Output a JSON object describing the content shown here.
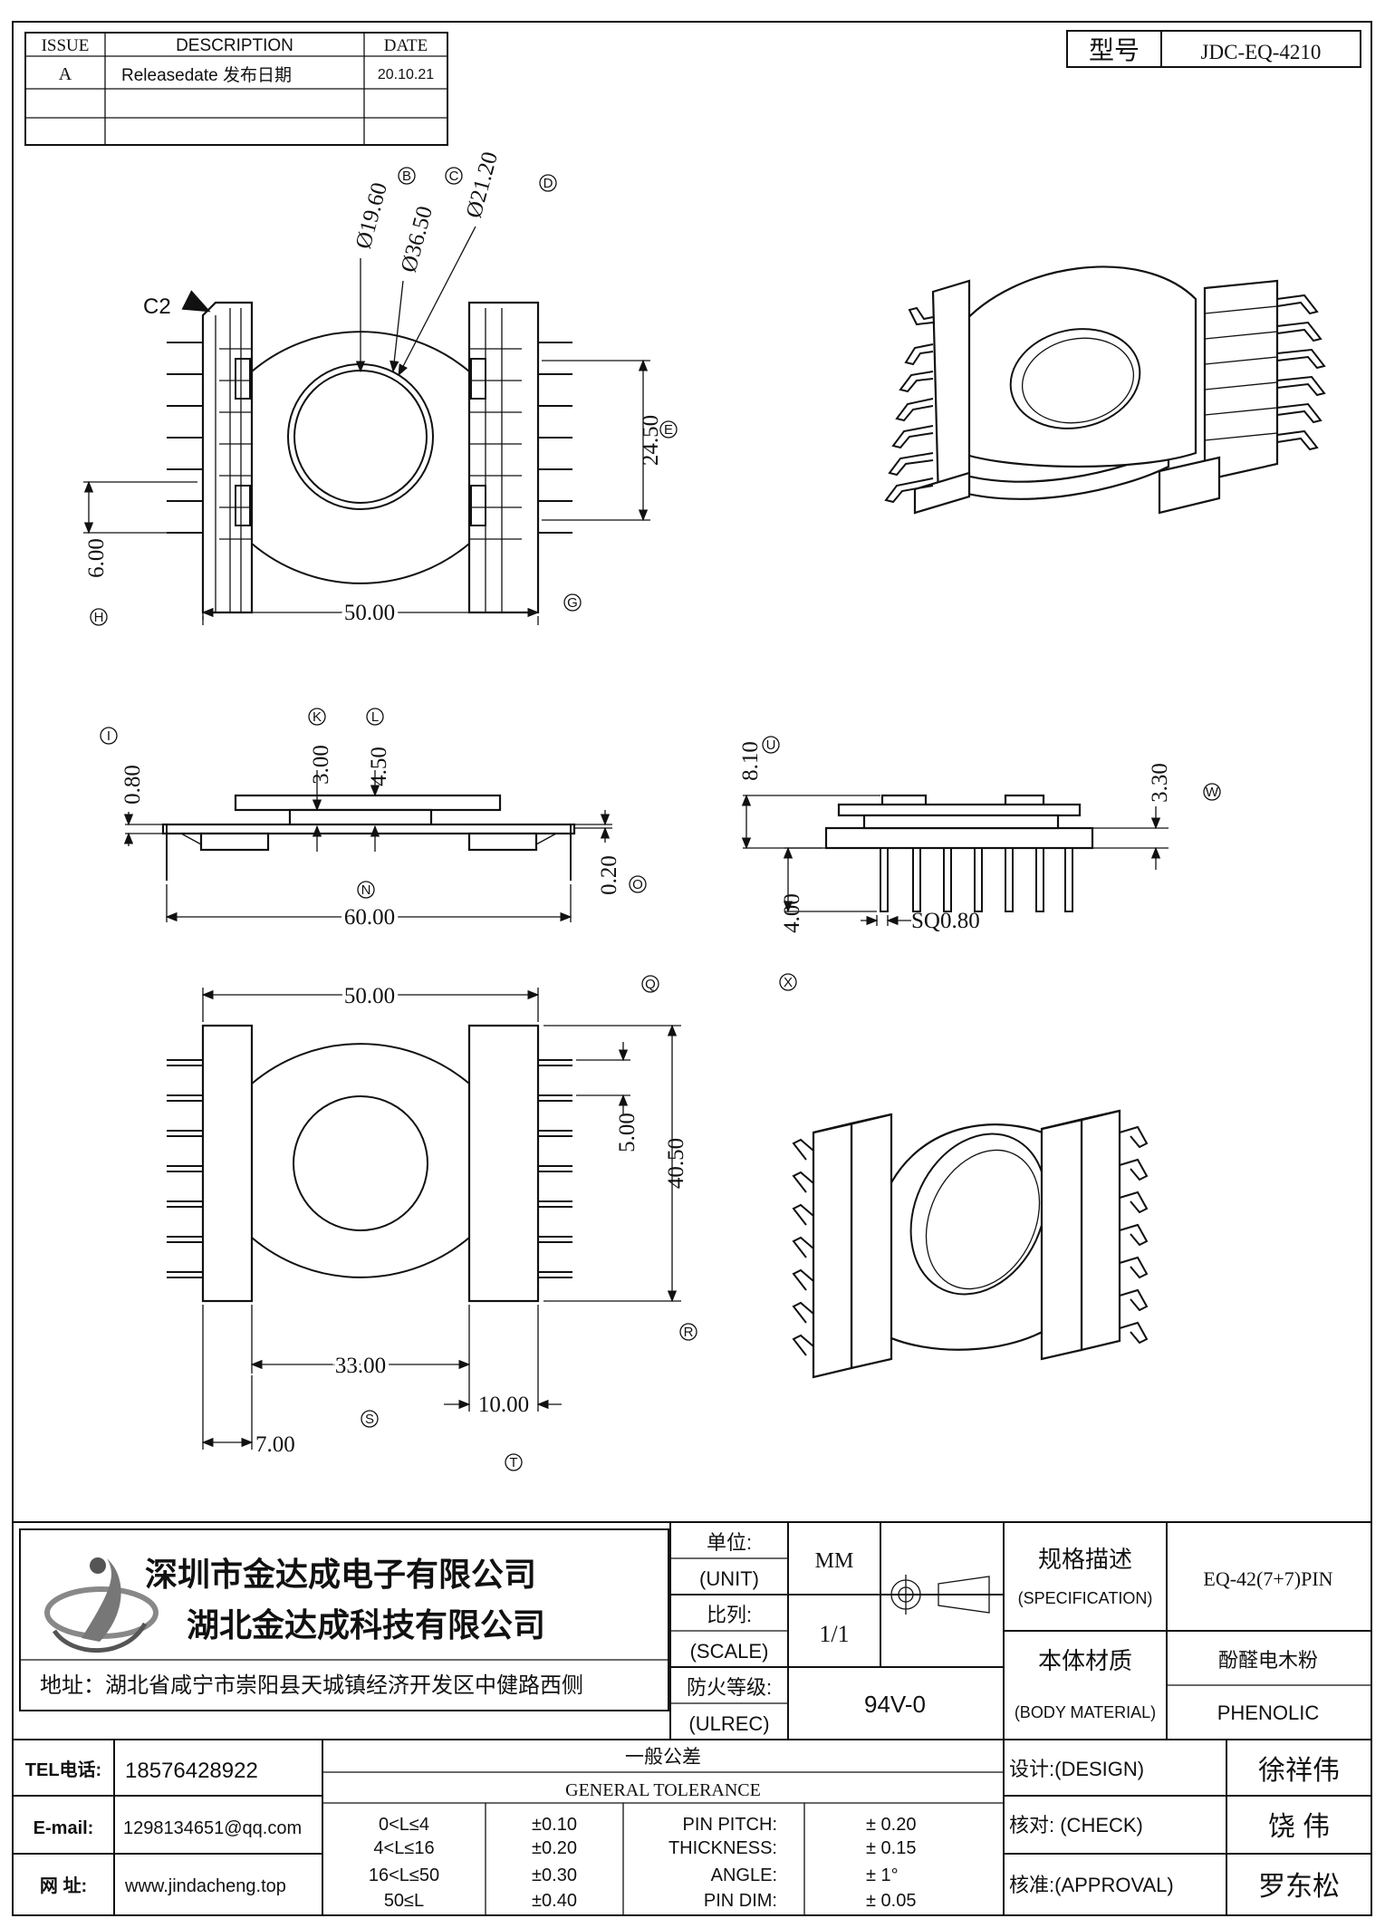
{
  "revision_table": {
    "headers": [
      "ISSUE",
      "DESCRIPTION",
      "DATE"
    ],
    "rows": [
      [
        "A",
        "Releasedate 发布日期",
        "20.10.21"
      ]
    ]
  },
  "model": {
    "label": "型号",
    "value": "JDC-EQ-4210"
  },
  "top_view": {
    "chamfer": "C2",
    "dims": [
      "Ø19.60",
      "Ø36.50",
      "Ø21.20",
      "24.50",
      "6.00",
      "50.00"
    ],
    "markers": [
      "B",
      "C",
      "D",
      "E",
      "H",
      "G"
    ]
  },
  "side_view_1": {
    "dims": [
      "0.80",
      "3.00",
      "4.50",
      "0.20",
      "60.00"
    ],
    "markers": [
      "I",
      "K",
      "L",
      "N",
      "O"
    ]
  },
  "side_view_2": {
    "dims": [
      "8.10",
      "3.30",
      "4.00",
      "SQ0.80"
    ],
    "markers": [
      "U",
      "W",
      "X"
    ]
  },
  "bottom_view": {
    "dims": [
      "50.00",
      "5.00",
      "40.50",
      "33.00",
      "10.00",
      "7.00"
    ],
    "markers": [
      "Q",
      "R",
      "S",
      "T"
    ]
  },
  "company": {
    "name1": "深圳市金达成电子有限公司",
    "name2": "湖北金达成科技有限公司",
    "address": "地址：湖北省咸宁市崇阳县天城镇经济开发区中健路西侧"
  },
  "info": {
    "unit_label": "单位:",
    "unit_label_en": "(UNIT)",
    "unit_value": "MM",
    "scale_label": "比列:",
    "scale_label_en": "(SCALE)",
    "scale_value": "1/1",
    "ul_label": "防火等级:",
    "ul_label_en": "(ULREC)",
    "ul_value": "94V-0",
    "spec_label": "规格描述",
    "spec_label_en": "(SPECIFICATION)",
    "spec_value": "EQ-42(7+7)PIN",
    "material_label": "本体材质",
    "material_label_en": "(BODY MATERIAL)",
    "material_value": "酚醛电木粉",
    "material_value_en": "PHENOLIC"
  },
  "contact": {
    "tel_label": "TEL电话:",
    "tel": "18576428922",
    "email_label": "E-mail:",
    "email": "1298134651@qq.com",
    "web_label": "网  址:",
    "web": "www.jindacheng.top"
  },
  "tolerance": {
    "title_cn": "一般公差",
    "title_en": "GENERAL TOLERANCE",
    "ranges": [
      {
        "range": "0<L≤4",
        "tol": "±0.10"
      },
      {
        "range": "4<L≤16",
        "tol": "±0.20"
      },
      {
        "range": "16<L≤50",
        "tol": "±0.30"
      },
      {
        "range": "50≤L",
        "tol": "±0.40"
      }
    ],
    "items": [
      {
        "label": "PIN PITCH:",
        "tol": "±  0.20"
      },
      {
        "label": "THICKNESS:",
        "tol": "±  0.15"
      },
      {
        "label": "ANGLE:",
        "tol": "±  1°"
      },
      {
        "label": "PIN DIM:",
        "tol": "±  0.05"
      }
    ]
  },
  "approval": {
    "design_label": "设计:(DESIGN)",
    "design_name": "徐祥伟",
    "check_label": "核对: (CHECK)",
    "check_name": "饶  伟",
    "approval_label": "核准:(APPROVAL)",
    "approval_name": "罗东松"
  }
}
